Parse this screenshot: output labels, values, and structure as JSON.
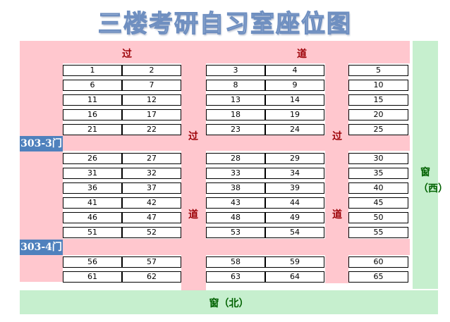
{
  "title": "三楼考研自习室座位图",
  "aisle_labels": {
    "top_left": "过",
    "top_right": "道",
    "mid_left_top": "过",
    "mid_left_bottom": "道",
    "mid_right_top": "过",
    "mid_right_bottom": "道"
  },
  "doors": [
    "303-3门",
    "303-4门"
  ],
  "windows": {
    "west": "窗（西）",
    "north": "窗（北）"
  },
  "seats": [
    "1",
    "2",
    "3",
    "4",
    "5",
    "6",
    "7",
    "8",
    "9",
    "10",
    "11",
    "12",
    "13",
    "14",
    "15",
    "16",
    "17",
    "18",
    "19",
    "20",
    "21",
    "22",
    "23",
    "24",
    "25",
    "26",
    "27",
    "28",
    "29",
    "30",
    "31",
    "32",
    "33",
    "34",
    "35",
    "36",
    "37",
    "38",
    "39",
    "40",
    "41",
    "42",
    "43",
    "44",
    "45",
    "46",
    "47",
    "48",
    "49",
    "50",
    "51",
    "52",
    "53",
    "54",
    "55",
    "56",
    "57",
    "58",
    "59",
    "60",
    "61",
    "62",
    "63",
    "64",
    "65"
  ],
  "colors": {
    "aisle": "#ffc7ce",
    "aisle_text": "#9c0006",
    "window": "#c6efce",
    "window_text": "#006100",
    "door": "#4f81bd"
  }
}
